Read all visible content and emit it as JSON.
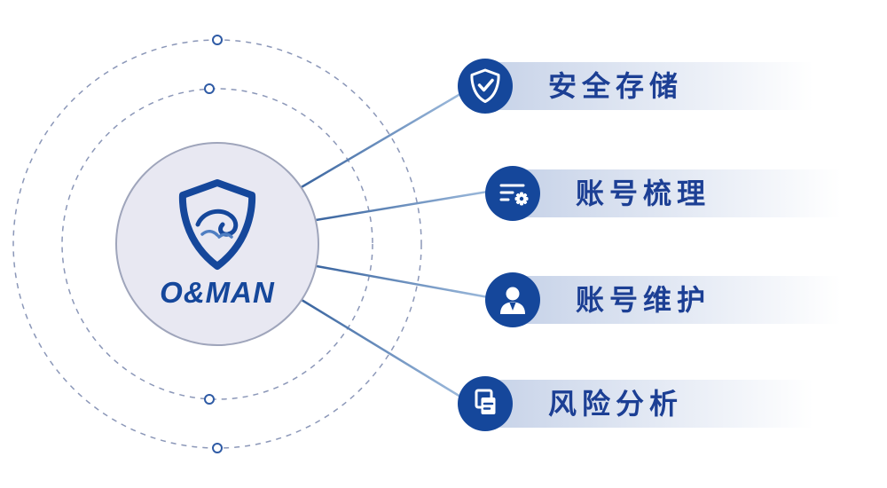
{
  "brand": {
    "name": "O&MAN",
    "logo": "shield-wave-icon"
  },
  "colors": {
    "primary": "#15479b",
    "text": "#1c3f94",
    "hub_fill": "#e8e8f2",
    "hub_border": "#9fa5bb",
    "bar_start": "#c6d2e8"
  },
  "features": [
    {
      "label": "安全存储",
      "icon": "shield-check-icon"
    },
    {
      "label": "账号梳理",
      "icon": "account-list-gear-icon"
    },
    {
      "label": "账号维护",
      "icon": "user-icon"
    },
    {
      "label": "风险分析",
      "icon": "documents-icon"
    }
  ]
}
